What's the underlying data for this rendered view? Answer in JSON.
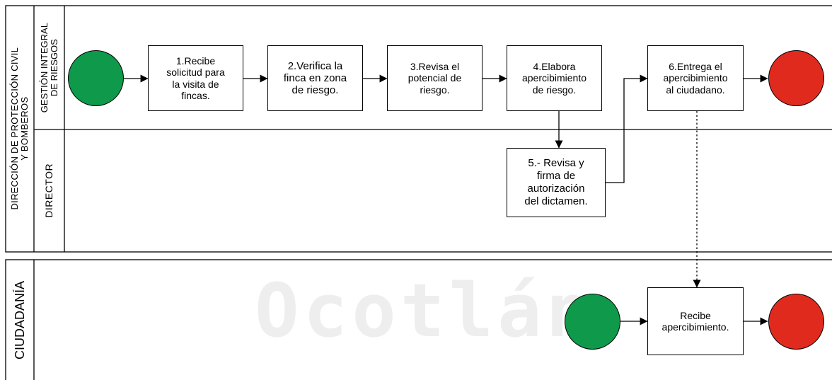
{
  "watermark": {
    "text": "Ocotlán"
  },
  "pool_main": {
    "label": "DIRECCIÓN DE PROTECCIÓN CIVIL\nY BOMBEROS"
  },
  "lanes": [
    {
      "label": "GESTIÓN INTEGRAL\nDE RIESGOS"
    },
    {
      "label": "DIRECTOR"
    }
  ],
  "pool_citizens": {
    "label": "CIUDADANÍA"
  },
  "tasks": [
    {
      "id": "t1",
      "text": "1.Recibe\nsolicitud para\nla visita de\nfincas."
    },
    {
      "id": "t2",
      "text": "2.Verifica la\nfinca en zona\nde riesgo."
    },
    {
      "id": "t3",
      "text": "3.Revisa el\npotencial de\nriesgo."
    },
    {
      "id": "t4",
      "text": "4.Elabora\napercibimiento\nde riesgo."
    },
    {
      "id": "t5",
      "text": "5.- Revisa y\nfirma de\nautorización\ndel dictamen."
    },
    {
      "id": "t6",
      "text": "6.Entrega el\napercibimiento\nal ciudadano."
    },
    {
      "id": "t7",
      "text": "Recibe\napercibimiento."
    }
  ],
  "events": [
    {
      "id": "start-1",
      "type": "start",
      "color": "#0e9a4a"
    },
    {
      "id": "end-1",
      "type": "end",
      "color": "#e12a1e"
    },
    {
      "id": "start-2",
      "type": "start",
      "color": "#0e9a4a"
    },
    {
      "id": "end-2",
      "type": "end",
      "color": "#e12a1e"
    }
  ]
}
